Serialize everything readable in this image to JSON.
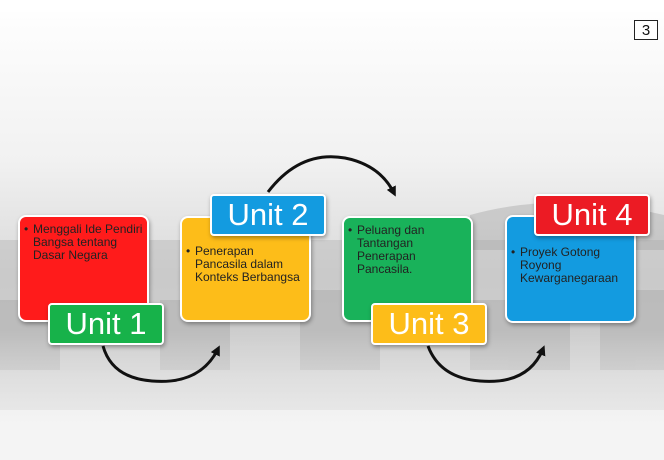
{
  "slide": {
    "page_number": "3"
  },
  "units": [
    {
      "label": "Unit 1",
      "text": "Menggali Ide Pendiri Bangsa tentang Dasar Negara",
      "box_color": "#ff1b1b",
      "label_color": "#17b24a",
      "text_color": "#222222"
    },
    {
      "label": "Unit 2",
      "text": "Penerapan Pancasila dalam Konteks Berbangsa",
      "box_color": "#fdbd19",
      "label_color": "#139be0",
      "text_color": "#222222"
    },
    {
      "label": "Unit 3",
      "text": "Peluang dan Tantangan Penerapan Pancasila.",
      "box_color": "#19b25a",
      "label_color": "#fdbd19",
      "text_color": "#222222"
    },
    {
      "label": "Unit 4",
      "text": "Proyek Gotong Royong Kewarganegaraan",
      "box_color": "#139be0",
      "label_color": "#ec1b24",
      "text_color": "#222222"
    }
  ],
  "connector_color": "#111111"
}
